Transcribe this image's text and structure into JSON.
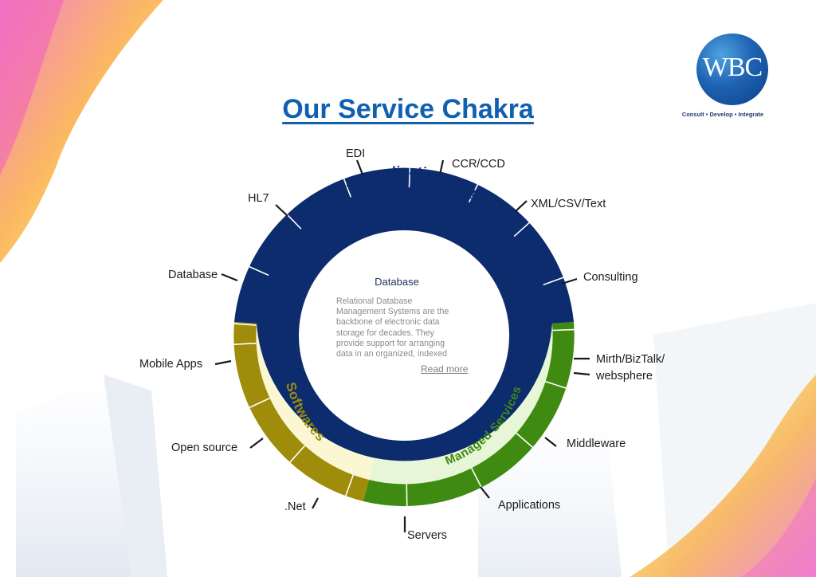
{
  "logo": {
    "mark_text": "WBC",
    "tagline": "Consult • Develop • Integrate"
  },
  "title": "Our Service Chakra",
  "rings": {
    "top": {
      "title": "Enterprise Application Integration",
      "color": "#0d2c6e",
      "inner_color": "#dde8f7"
    },
    "left": {
      "title": "Softwares",
      "color": "#9e8c0a",
      "inner_color": "#fbf7d3"
    },
    "right": {
      "title": "Managed Services",
      "color": "#3f8a10",
      "inner_color": "#e7f6d7"
    }
  },
  "labels": [
    "EDI",
    "CCR/CCD",
    "XML/CSV/Text",
    "Consulting",
    "Mirth/BizTalk/",
    "websphere",
    "Middleware",
    "Applications",
    "Servers",
    ".Net",
    "Open source",
    "Mobile Apps",
    "Database",
    "HL7"
  ],
  "center": {
    "heading": "Database",
    "lines": [
      "Relational Database",
      "Management Systems are the",
      "backbone of electronic data",
      "storage for decades. They",
      "provide support for arranging",
      "data in an organized, indexed"
    ],
    "link": "Read more"
  }
}
